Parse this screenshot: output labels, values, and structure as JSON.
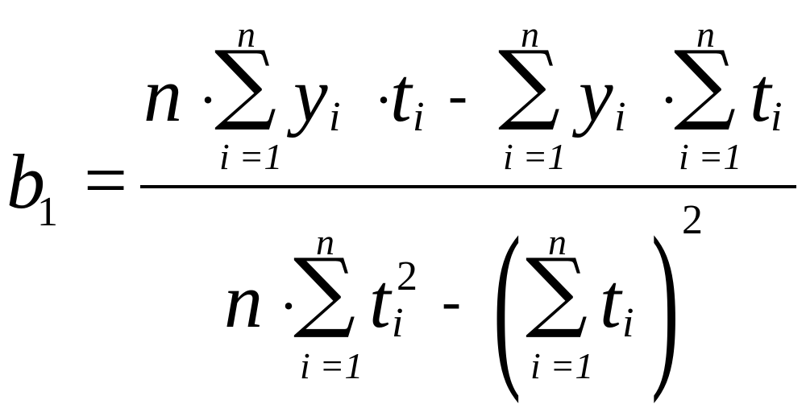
{
  "formula": {
    "lhs": {
      "symbol": "b",
      "subscript": "1"
    },
    "equals": "=",
    "numerator": {
      "coef": "n",
      "dot": "·",
      "minus": "-",
      "sum_symbol": "∑",
      "upper_limit": "n",
      "lower_limit": "i =1",
      "var_y": "y",
      "var_t": "t",
      "sub_i": "i"
    },
    "denominator": {
      "coef": "n",
      "dot": "·",
      "minus": "-",
      "sum_symbol": "∑",
      "upper_limit": "n",
      "lower_limit": "i =1",
      "var_t": "t",
      "sub_i": "i",
      "square": "2",
      "left_paren": "(",
      "right_paren": ")"
    }
  }
}
